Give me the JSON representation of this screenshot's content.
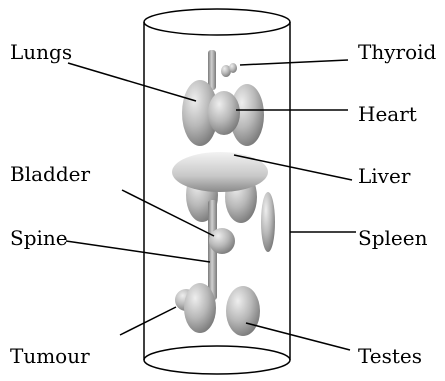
{
  "colors": {
    "background": "#ffffff",
    "line": "#000000",
    "organ_light": "#e6e6e6",
    "organ_mid": "#b4b4b4",
    "organ_dark": "#6e6e6e"
  },
  "labels": {
    "lungs": "Lungs",
    "thyroid": "Thyroid",
    "heart": "Heart",
    "bladder": "Bladder",
    "liver": "Liver",
    "spine": "Spine",
    "spleen": "Spleen",
    "tumour": "Tumour",
    "testes": "Testes"
  }
}
